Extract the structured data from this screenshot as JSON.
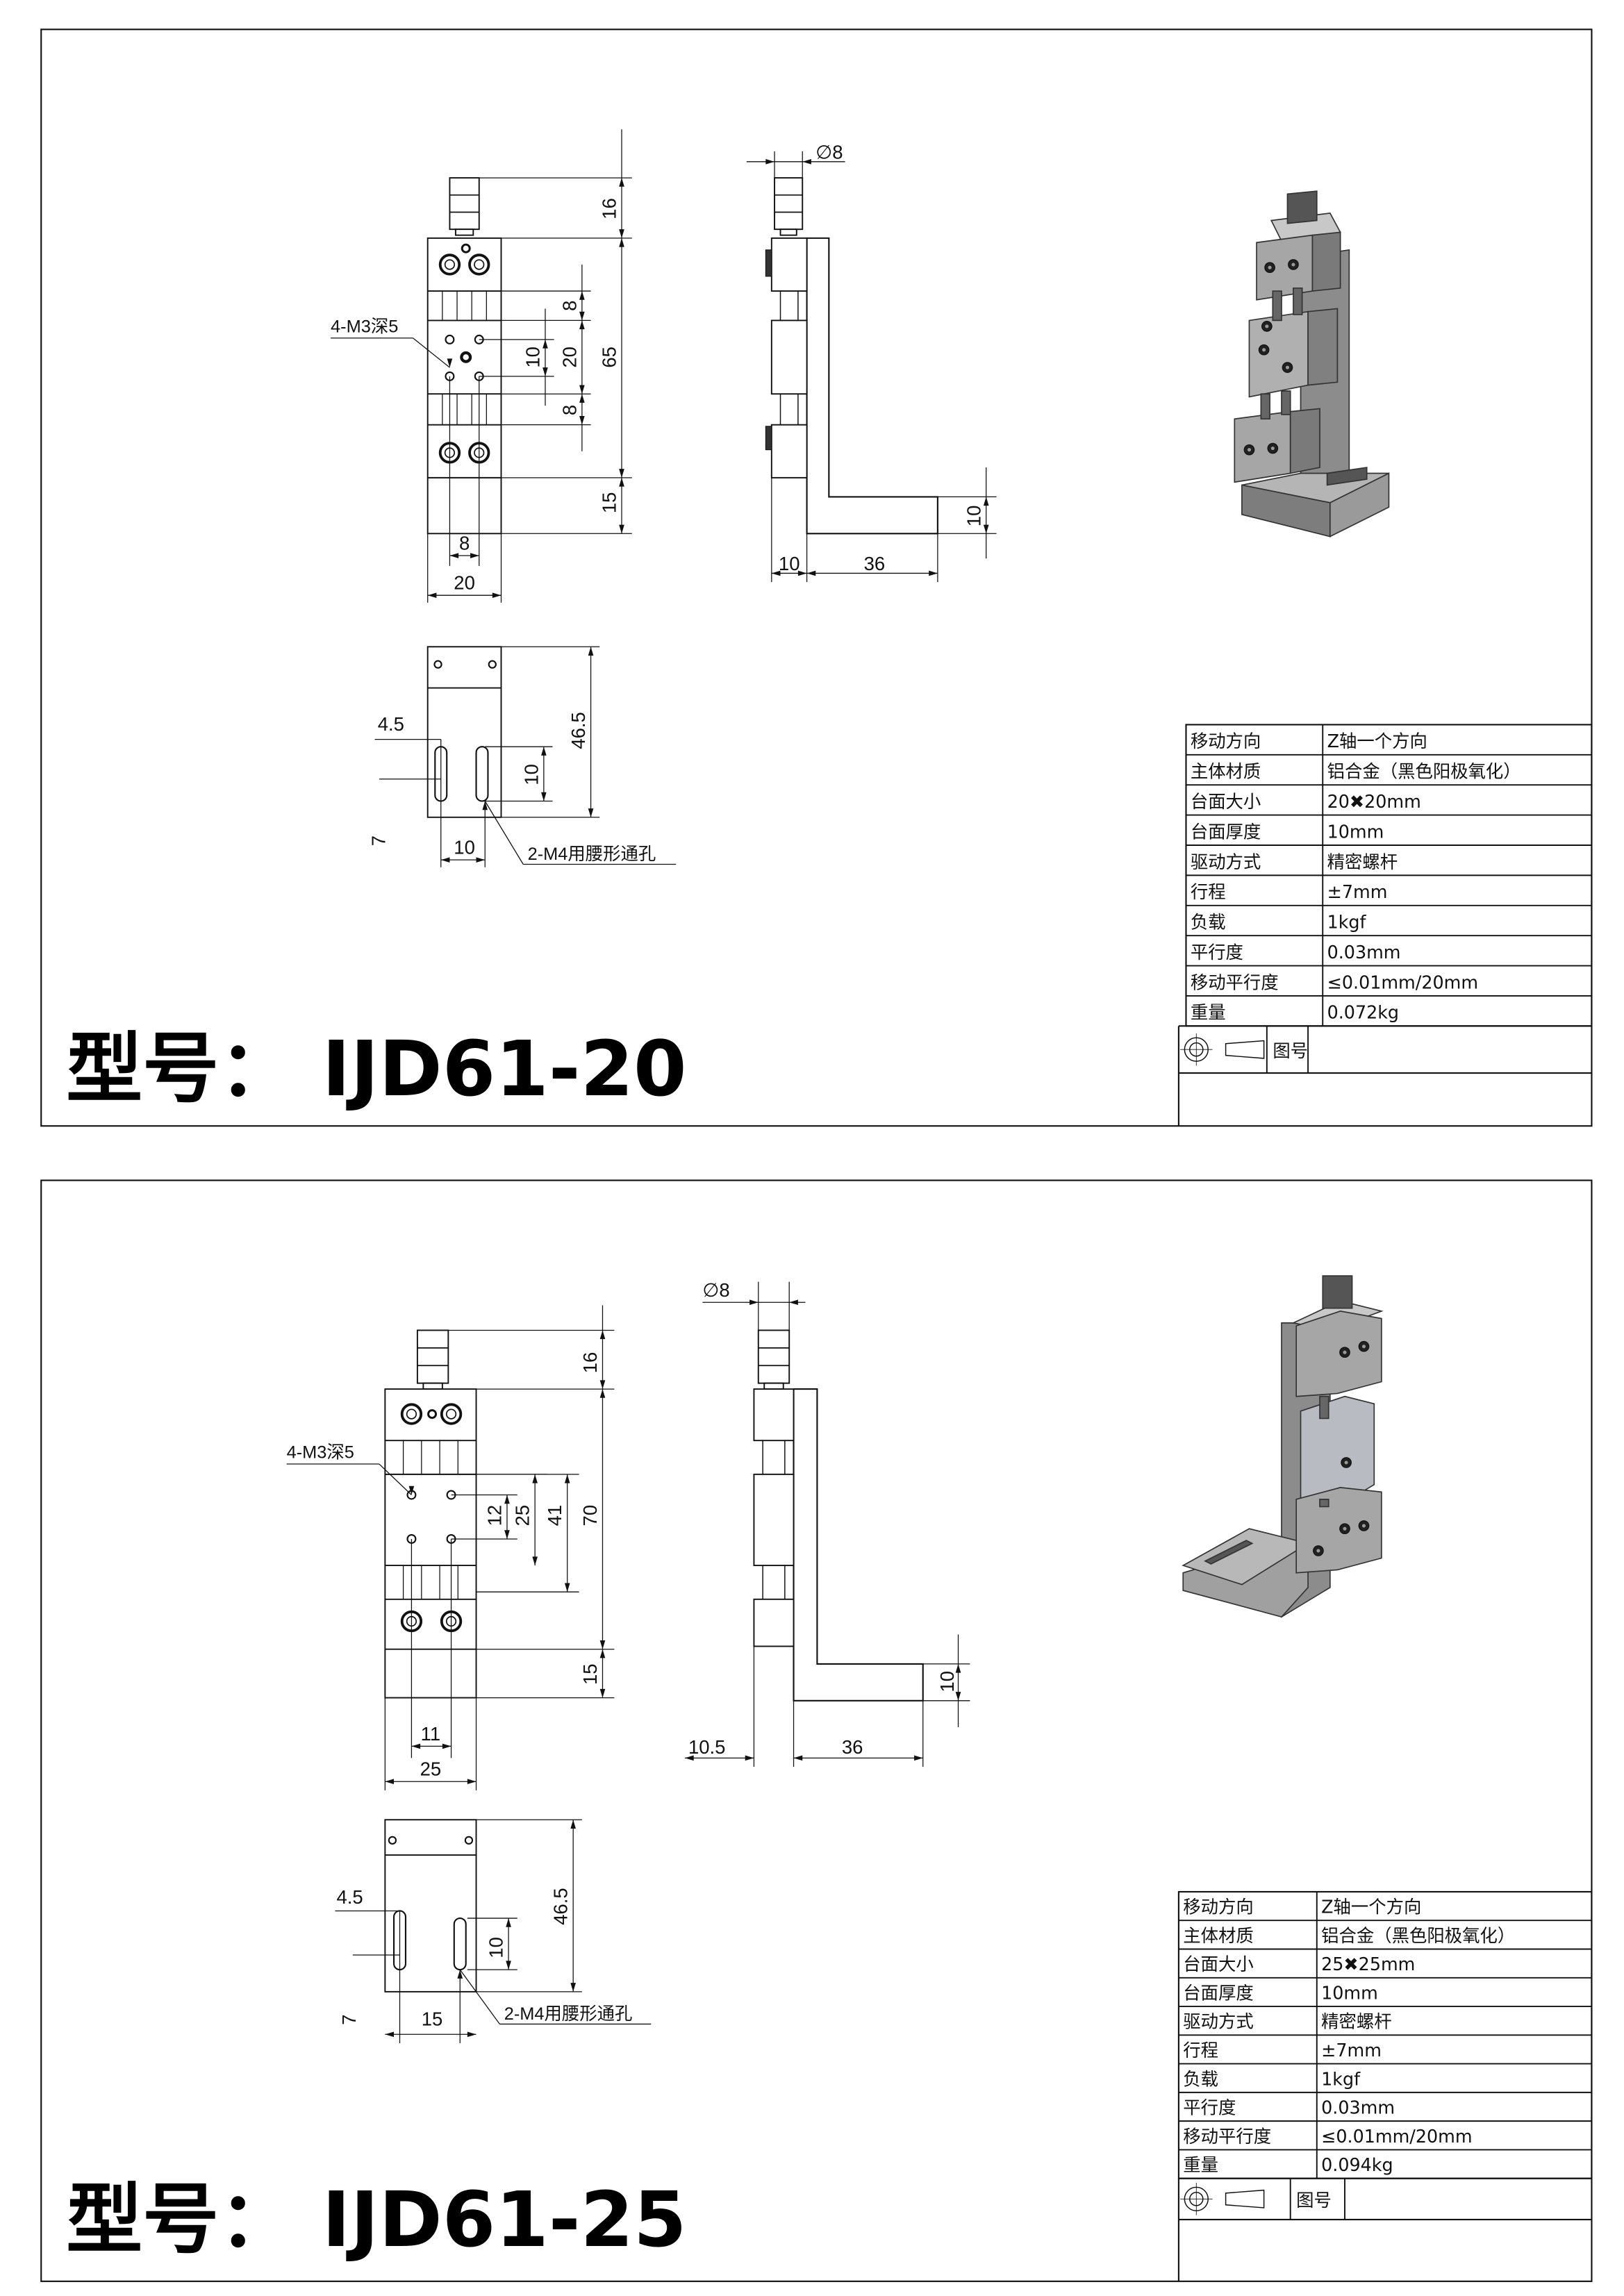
{
  "sheets": [
    {
      "model_title": "型号： IJD61-20",
      "front_view": {
        "hole_note": "4-M3深5",
        "dims": {
          "handle": "16",
          "total": "65",
          "base": "15",
          "rail_top": "8",
          "center": "20",
          "holes": "10",
          "rail_bottom": "8",
          "hole_pitch": "8",
          "width": "20"
        }
      },
      "side_view": {
        "dims": {
          "diameter": "∅8",
          "plate": "10",
          "foot": "36",
          "foot_thickness": "10"
        }
      },
      "bottom_view": {
        "slot_note": "2-M4用腰形通孔",
        "dims": {
          "height": "46.5",
          "slot": "10",
          "offset": "4.5",
          "edge": "7",
          "pitch": "10"
        }
      },
      "specs": [
        {
          "label": "移动方向",
          "value": "Z轴一个方向"
        },
        {
          "label": "主体材质",
          "value": "铝合金（黑色阳极氧化）"
        },
        {
          "label": "台面大小",
          "value": "20✖20mm"
        },
        {
          "label": "台面厚度",
          "value": "10mm"
        },
        {
          "label": "驱动方式",
          "value": "精密螺杆"
        },
        {
          "label": "行程",
          "value": "±7mm"
        },
        {
          "label": "负载",
          "value": "1kgf"
        },
        {
          "label": "平行度",
          "value": "0.03mm"
        },
        {
          "label": "移动平行度",
          "value": "≤0.01mm/20mm"
        },
        {
          "label": "重量",
          "value": "0.072kg"
        }
      ],
      "title_block": {
        "drawing_no_label": "图号"
      }
    },
    {
      "model_title": "型号： IJD61-25",
      "front_view": {
        "hole_note": "4-M3深5",
        "dims": {
          "handle": "16",
          "total": "70",
          "base": "15",
          "holes": "12",
          "center": "25",
          "rails": "41",
          "hole_pitch": "11",
          "width": "25"
        }
      },
      "side_view": {
        "dims": {
          "diameter": "∅8",
          "plate": "10.5",
          "foot": "36",
          "foot_thickness": "10"
        }
      },
      "bottom_view": {
        "slot_note": "2-M4用腰形通孔",
        "dims": {
          "height": "46.5",
          "slot": "10",
          "offset": "4.5",
          "edge": "7",
          "pitch": "15"
        }
      },
      "specs": [
        {
          "label": "移动方向",
          "value": "Z轴一个方向"
        },
        {
          "label": "主体材质",
          "value": "铝合金（黑色阳极氧化）"
        },
        {
          "label": "台面大小",
          "value": "25✖25mm"
        },
        {
          "label": "台面厚度",
          "value": "10mm"
        },
        {
          "label": "驱动方式",
          "value": "精密螺杆"
        },
        {
          "label": "行程",
          "value": "±7mm"
        },
        {
          "label": "负载",
          "value": "1kgf"
        },
        {
          "label": "平行度",
          "value": "0.03mm"
        },
        {
          "label": "移动平行度",
          "value": "≤0.01mm/20mm"
        },
        {
          "label": "重量",
          "value": "0.094kg"
        }
      ],
      "title_block": {
        "drawing_no_label": "图号"
      }
    }
  ]
}
